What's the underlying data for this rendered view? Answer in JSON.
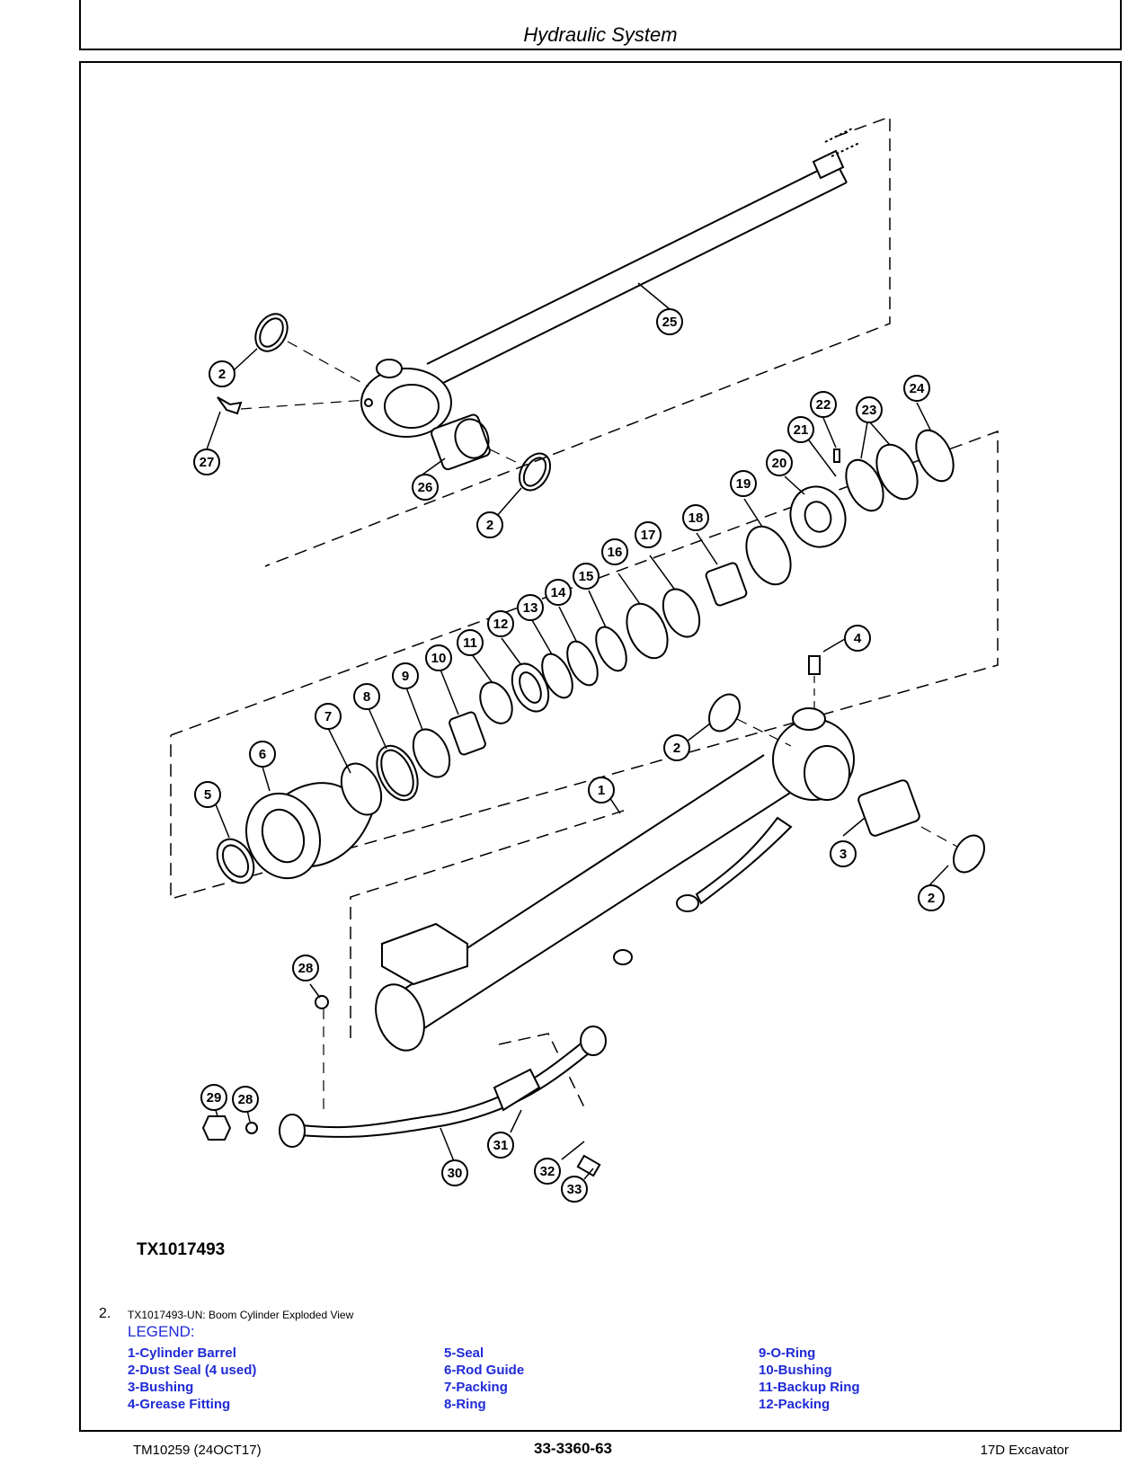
{
  "header": {
    "title": "Hydraulic System"
  },
  "figure": {
    "id_label": "TX1017493",
    "number": "2.",
    "caption": "TX1017493-UN: Boom Cylinder Exploded View",
    "callouts": [
      "1",
      "2",
      "3",
      "4",
      "5",
      "6",
      "7",
      "8",
      "9",
      "10",
      "11",
      "12",
      "13",
      "14",
      "15",
      "16",
      "17",
      "18",
      "19",
      "20",
      "21",
      "22",
      "23",
      "24",
      "25",
      "26",
      "27",
      "28",
      "29",
      "30",
      "31",
      "32",
      "33"
    ]
  },
  "legend": {
    "title": "LEGEND:",
    "columns": [
      [
        "1-Cylinder Barrel",
        "2-Dust Seal (4 used)",
        "3-Bushing",
        "4-Grease Fitting"
      ],
      [
        "5-Seal",
        "6-Rod Guide",
        "7-Packing",
        "8-Ring"
      ],
      [
        "9-O-Ring",
        "10-Bushing",
        "11-Backup Ring",
        "12-Packing"
      ]
    ]
  },
  "footer": {
    "left": "TM10259 (24OCT17)",
    "center": "33-3360-63",
    "right": "17D Excavator"
  }
}
